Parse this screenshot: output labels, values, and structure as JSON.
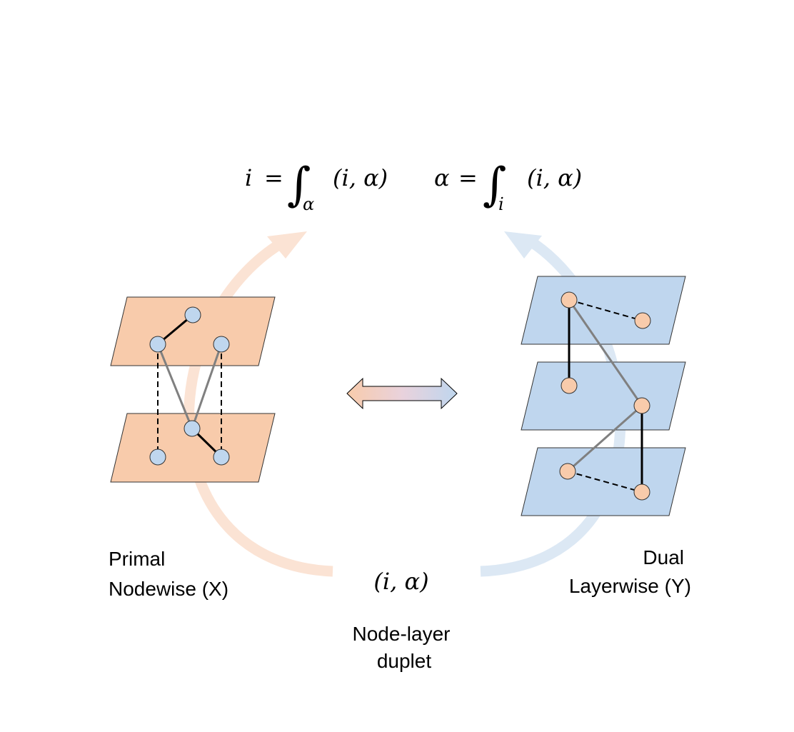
{
  "formulas": {
    "node_lhs": "i",
    "node_eq": "=",
    "node_sub": "α",
    "node_pair": "(i, α)",
    "layer_lhs": "α",
    "layer_eq": "=",
    "layer_sub": "i",
    "layer_pair": "(i, α)",
    "integral_sign": "∫"
  },
  "labels": {
    "primal_line1": "Primal",
    "primal_line2": "Nodewise (X)",
    "dual_line1": "Dual",
    "dual_line2": "Layerwise (Y)",
    "duplet_symbol": "(i, α)",
    "duplet_line1": "Node-layer",
    "duplet_line2": "duplet"
  },
  "colors": {
    "primal_layer_fill": "#f8cbab",
    "primal_node_fill": "#bfd6ee",
    "dual_layer_fill": "#bfd6ee",
    "dual_node_fill": "#f8cbab",
    "primal_arc": "#fbe3d4",
    "dual_arc": "#dce8f4",
    "edge_black": "#000000",
    "edge_gray": "#808080"
  }
}
